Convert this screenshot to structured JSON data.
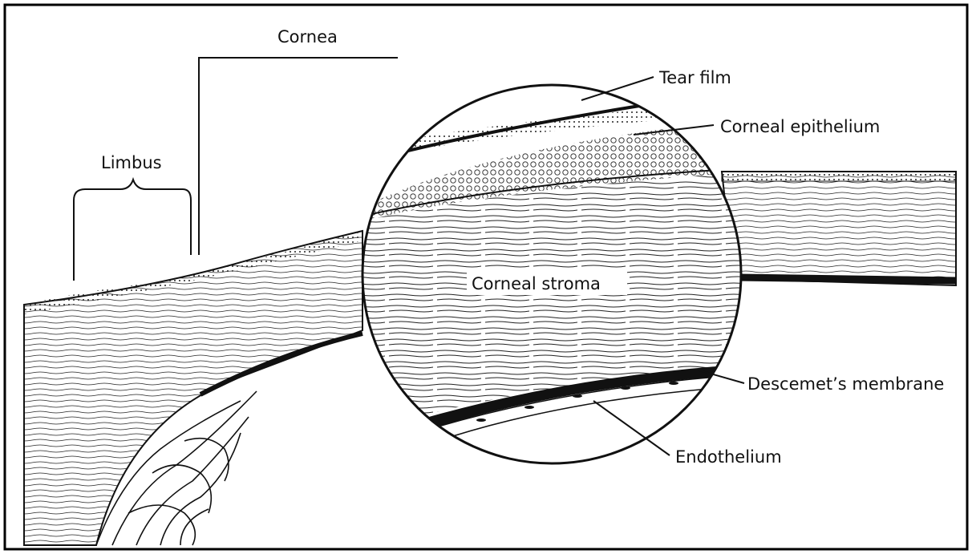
{
  "labels": {
    "cornea": "Cornea",
    "limbus": "Limbus",
    "tear_film": "Tear film",
    "corneal_epithelium": "Corneal epithelium",
    "corneal_stroma": "Corneal stroma",
    "descemets_membrane": "Descemet’s membrane",
    "endothelium": "Endothelium"
  },
  "colors": {
    "ink": "#111111",
    "paper": "#ffffff",
    "border": "#000000"
  }
}
